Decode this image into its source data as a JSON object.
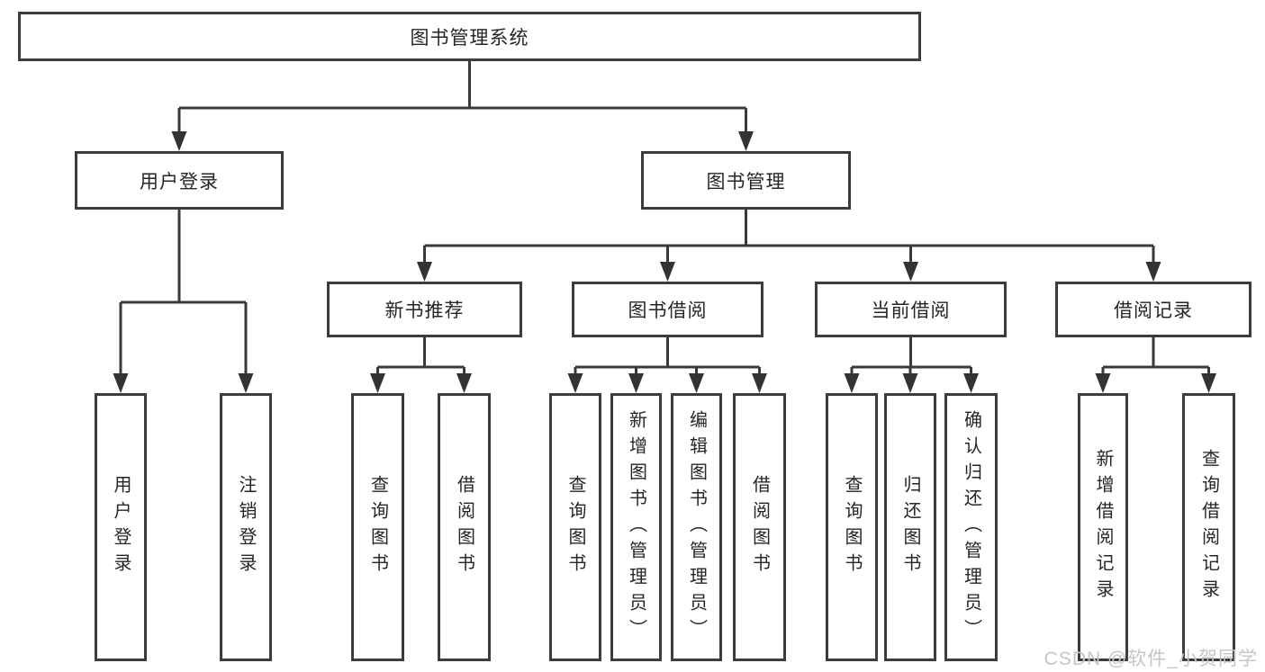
{
  "diagram": {
    "type": "function-structure-tree",
    "watermark": "CSDN @软件_小贺同学",
    "colors": {
      "line": "#3a3a3a",
      "box_border": "#3c3c3c",
      "text": "#262626",
      "watermark": "#c6c6c6",
      "background": "#ffffff"
    },
    "tree": {
      "label": "图书管理系统",
      "children": [
        {
          "label": "用户登录",
          "children": [
            {
              "label": "用户登录"
            },
            {
              "label": "注销登录"
            }
          ]
        },
        {
          "label": "图书管理",
          "children": [
            {
              "label": "新书推荐",
              "children": [
                {
                  "label": "查询图书"
                },
                {
                  "label": "借阅图书"
                }
              ]
            },
            {
              "label": "图书借阅",
              "children": [
                {
                  "label": "查询图书"
                },
                {
                  "label": "新增图书（管理员）"
                },
                {
                  "label": "编辑图书（管理员）"
                },
                {
                  "label": "借阅图书"
                }
              ]
            },
            {
              "label": "当前借阅",
              "children": [
                {
                  "label": "查询图书"
                },
                {
                  "label": "归还图书"
                },
                {
                  "label": "确认归还（管理员）"
                }
              ]
            },
            {
              "label": "借阅记录",
              "children": [
                {
                  "label": "新增借阅记录"
                },
                {
                  "label": "查询借阅记录"
                }
              ]
            }
          ]
        }
      ]
    }
  }
}
